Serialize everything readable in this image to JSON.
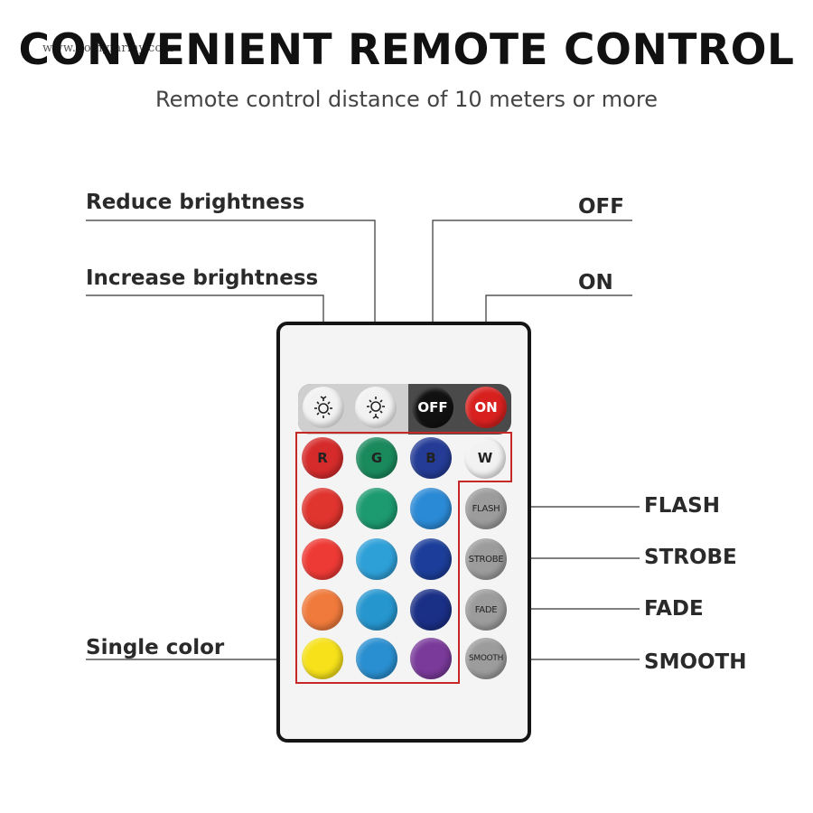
{
  "watermark": "www.homyfarmy.com",
  "header": {
    "title": "CONVENIENT REMOTE CONTROL",
    "subtitle": "Remote control distance of 10 meters or more"
  },
  "labels": {
    "reduce_brightness": "Reduce brightness",
    "increase_brightness": "Increase brightness",
    "off": "OFF",
    "on": "ON",
    "flash": "FLASH",
    "strobe": "STROBE",
    "fade": "FADE",
    "smooth": "SMOOTH",
    "single_color": "Single color"
  },
  "remote": {
    "buttons": {
      "off": "OFF",
      "on": "ON",
      "r": "R",
      "g": "G",
      "b": "B",
      "w": "W",
      "flash": "FLASH",
      "strobe": "STROBE",
      "fade": "FADE",
      "smooth": "SMOOTH"
    },
    "colors": {
      "r": "#d62b2b",
      "g": "#1a8a5c",
      "b": "#243c96",
      "w": "#f2f2f2",
      "row2": [
        "#e0342e",
        "#1c9a70",
        "#2b8ad6"
      ],
      "row3": [
        "#ee3a35",
        "#2ea0d8",
        "#1c3e9a"
      ],
      "row4": [
        "#f07a3c",
        "#2696cf",
        "#1a2f86"
      ],
      "row5": [
        "#f6e11a",
        "#2a8fd0",
        "#7a3a9a"
      ],
      "off": "#111111",
      "on": "#d8211f",
      "function": "#9c9c9c",
      "outline": "#c62828"
    }
  }
}
